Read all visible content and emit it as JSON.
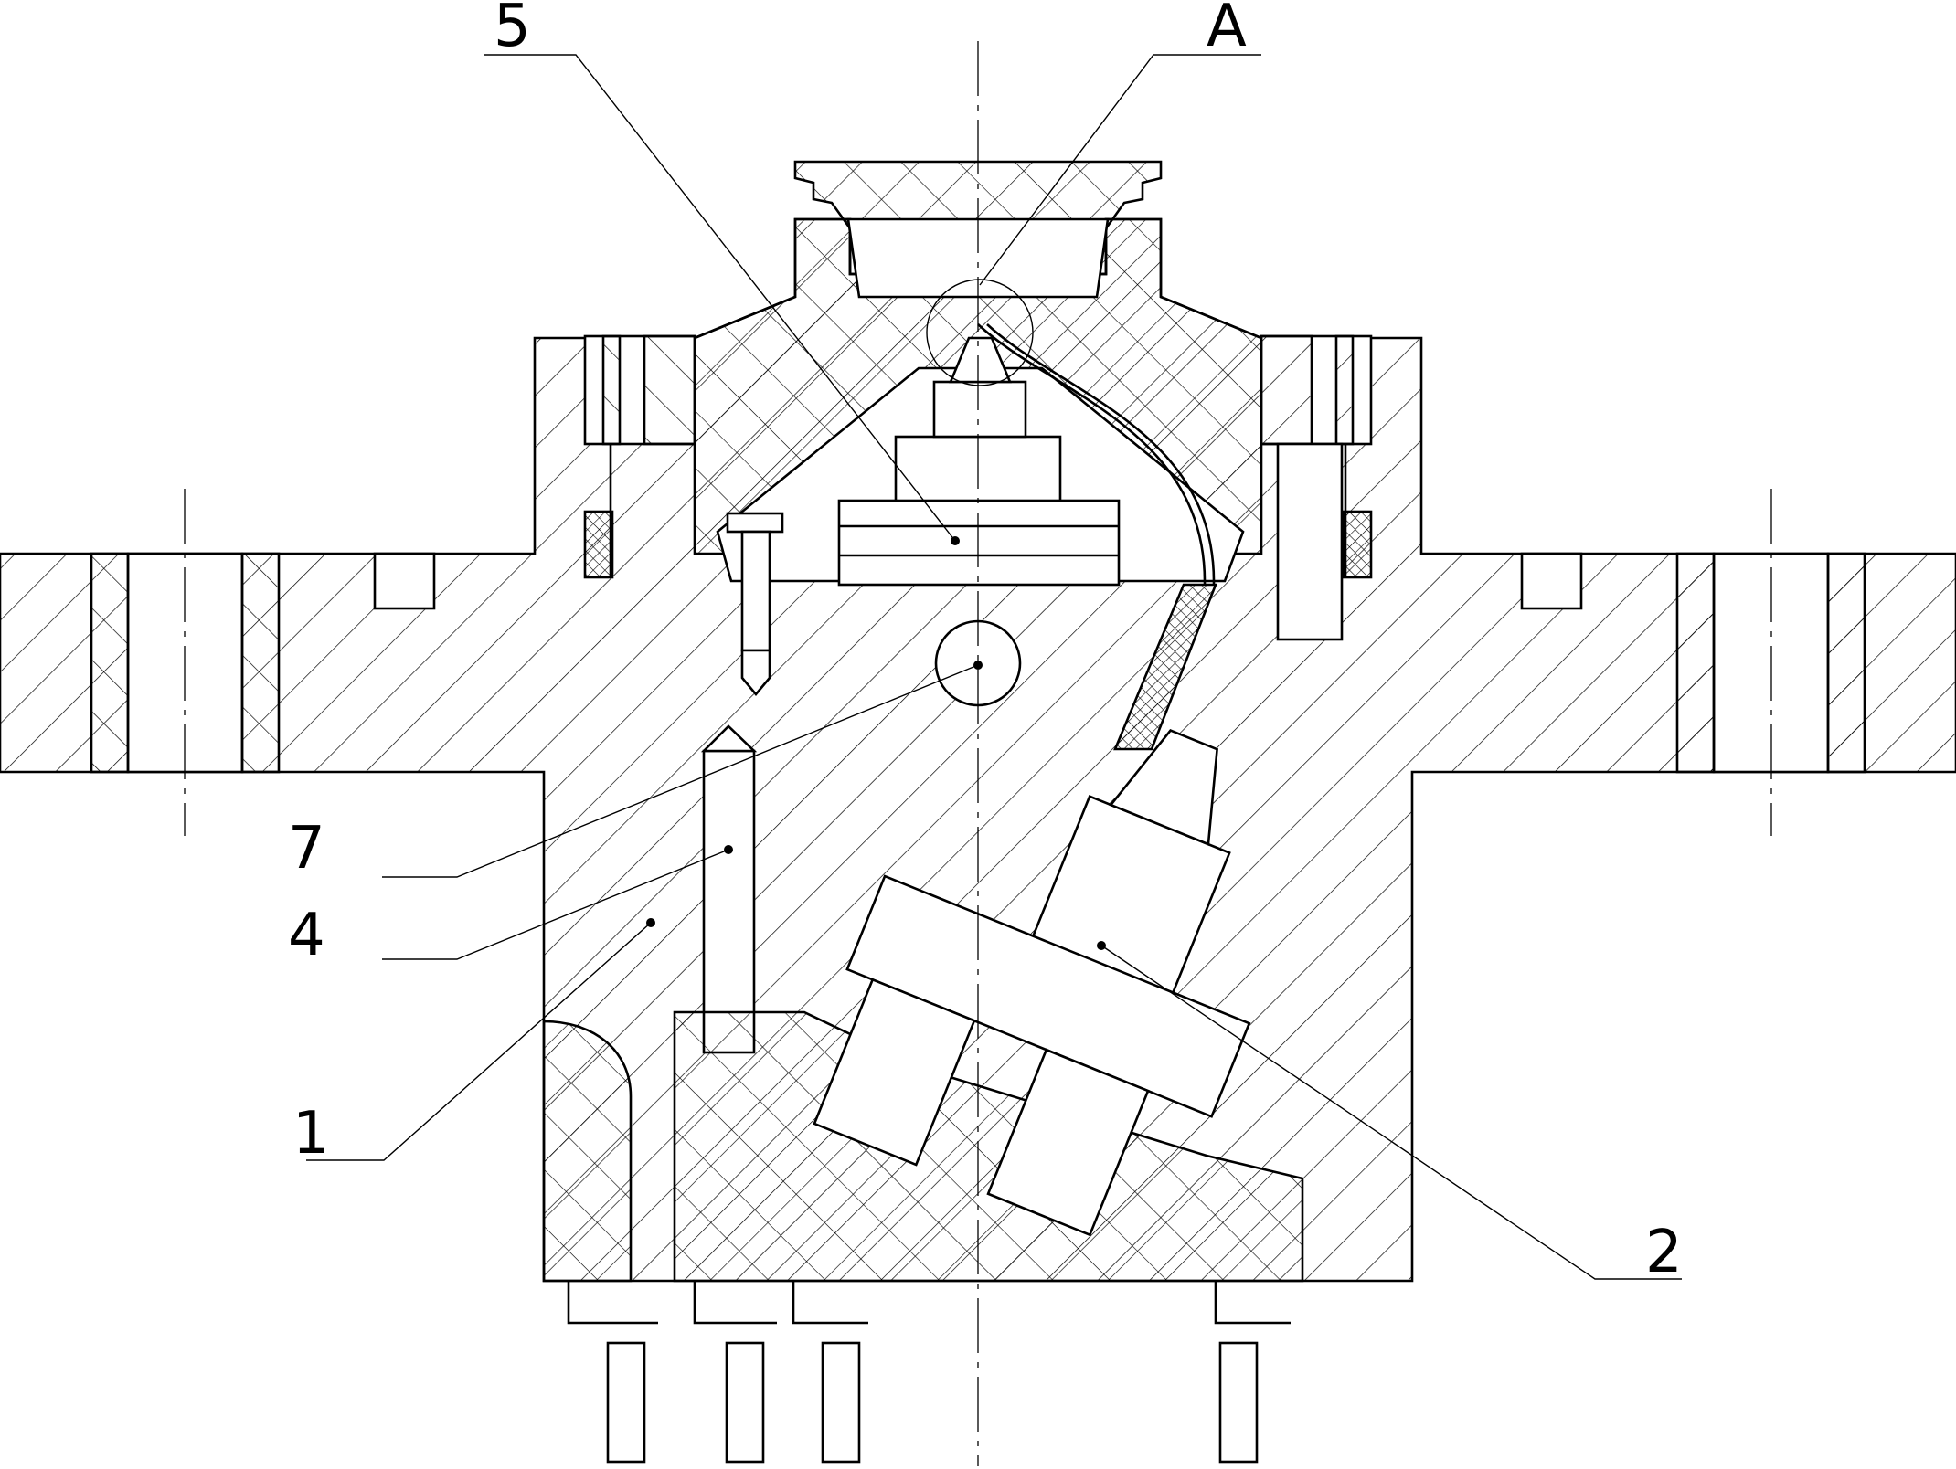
{
  "labels": {
    "part_5": "5",
    "detail_a": "A",
    "part_7": "7",
    "part_4": "4",
    "part_1": "1",
    "part_2": "2"
  },
  "hatch": {
    "metal": "#000000",
    "insulation": "#000000",
    "background": "#ffffff"
  }
}
